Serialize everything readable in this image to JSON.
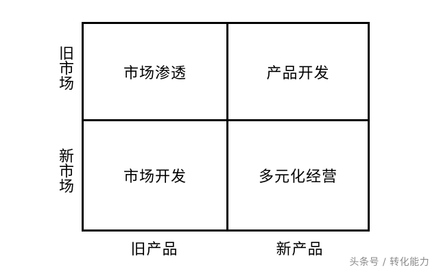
{
  "matrix": {
    "cells": {
      "old_product_old_market": "市场渗透",
      "new_product_old_market": "产品开发",
      "old_product_new_market": "市场开发",
      "new_product_new_market": "多元化经营"
    },
    "rows": {
      "old_market": "旧市场",
      "new_market": "新市场"
    },
    "columns": {
      "old_product": "旧产品",
      "new_product": "新产品"
    }
  },
  "watermark": "头条号 / 转化能力"
}
